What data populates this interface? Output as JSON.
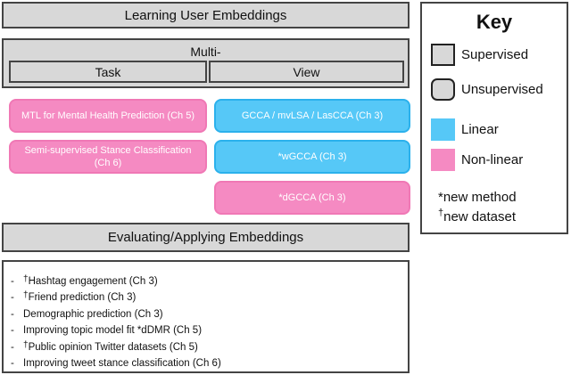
{
  "title": "Learning User Embeddings",
  "multi": {
    "label": "Multi-",
    "task": "Task",
    "view": "View"
  },
  "methods": {
    "mtl": "MTL for Mental Health Prediction (Ch 5)",
    "stance": "Semi-supervised Stance Classification (Ch 6)",
    "gcca": "GCCA / mvLSA / LasCCA (Ch 3)",
    "wgcca": "*wGCCA (Ch 3)",
    "dgcca": "*dGCCA (Ch 3)"
  },
  "evaluating": {
    "title": "Evaluating/Applying Embeddings",
    "items": [
      {
        "dash": "-",
        "mark": "†",
        "text": "Hashtag engagement (Ch 3)"
      },
      {
        "dash": "-",
        "mark": "†",
        "text": "Friend prediction (Ch 3)"
      },
      {
        "dash": "-",
        "mark": "",
        "text": "Demographic prediction (Ch 3)"
      },
      {
        "dash": "-",
        "mark": "",
        "text": "Improving topic model fit  *dDMR (Ch 5)"
      },
      {
        "dash": "-",
        "mark": "†",
        "text": "Public opinion Twitter datasets (Ch 5)"
      },
      {
        "dash": "-",
        "mark": "",
        "text": "Improving tweet stance classification (Ch 6)"
      }
    ]
  },
  "key": {
    "title": "Key",
    "supervised": "Supervised",
    "unsupervised": "Unsupervised",
    "linear": "Linear",
    "nonlinear": "Non-linear",
    "new_method": "*new method",
    "new_dataset_mark": "†",
    "new_dataset": "new dataset"
  },
  "colors": {
    "pink": "#f58ac2",
    "blue": "#56c8f7",
    "gray": "#d8d8d8"
  }
}
